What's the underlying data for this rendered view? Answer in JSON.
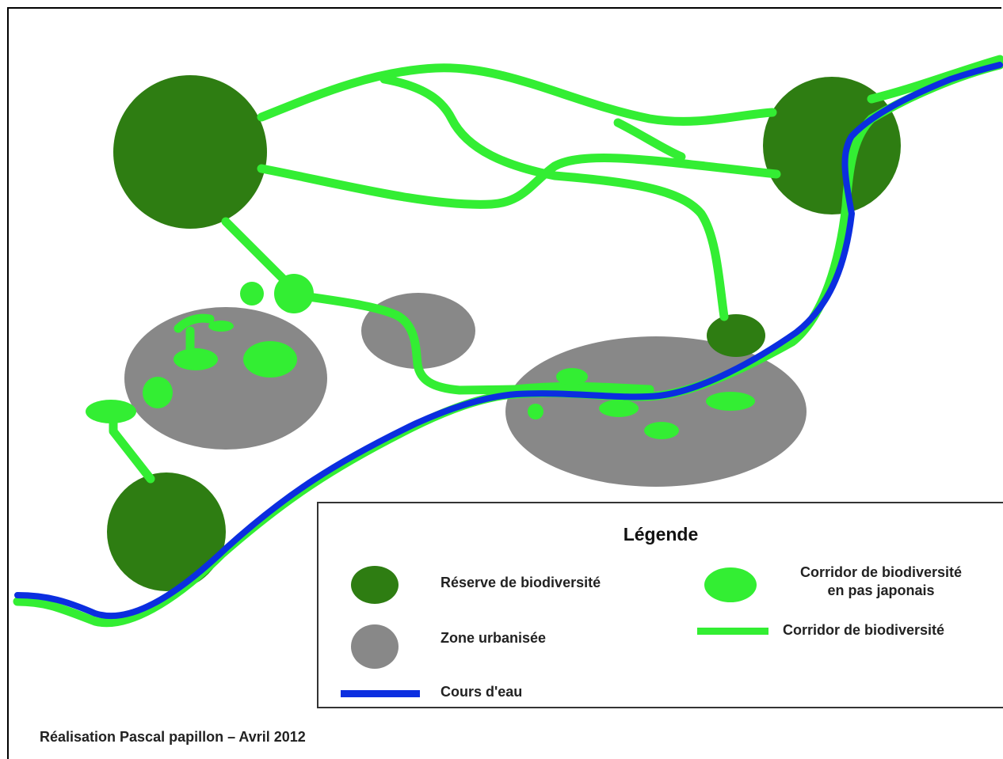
{
  "legend": {
    "title": "Légende",
    "items": [
      {
        "label": "Réserve de biodiversité",
        "symbol": "dark-green-circle"
      },
      {
        "label": "Zone urbanisée",
        "symbol": "grey-circle"
      },
      {
        "label": "Cours d'eau",
        "symbol": "blue-line"
      },
      {
        "label_line1": "Corridor de biodiversité",
        "label_line2": "en pas japonais",
        "symbol": "light-green-ellipse"
      },
      {
        "label": "Corridor de biodiversité",
        "symbol": "light-green-line"
      }
    ]
  },
  "credit": "Réalisation Pascal papillon – Avril 2012",
  "colors": {
    "reserve": "#2e7d12",
    "urban": "#888888",
    "river": "#0b2ee0",
    "corridor": "#33ee33"
  }
}
